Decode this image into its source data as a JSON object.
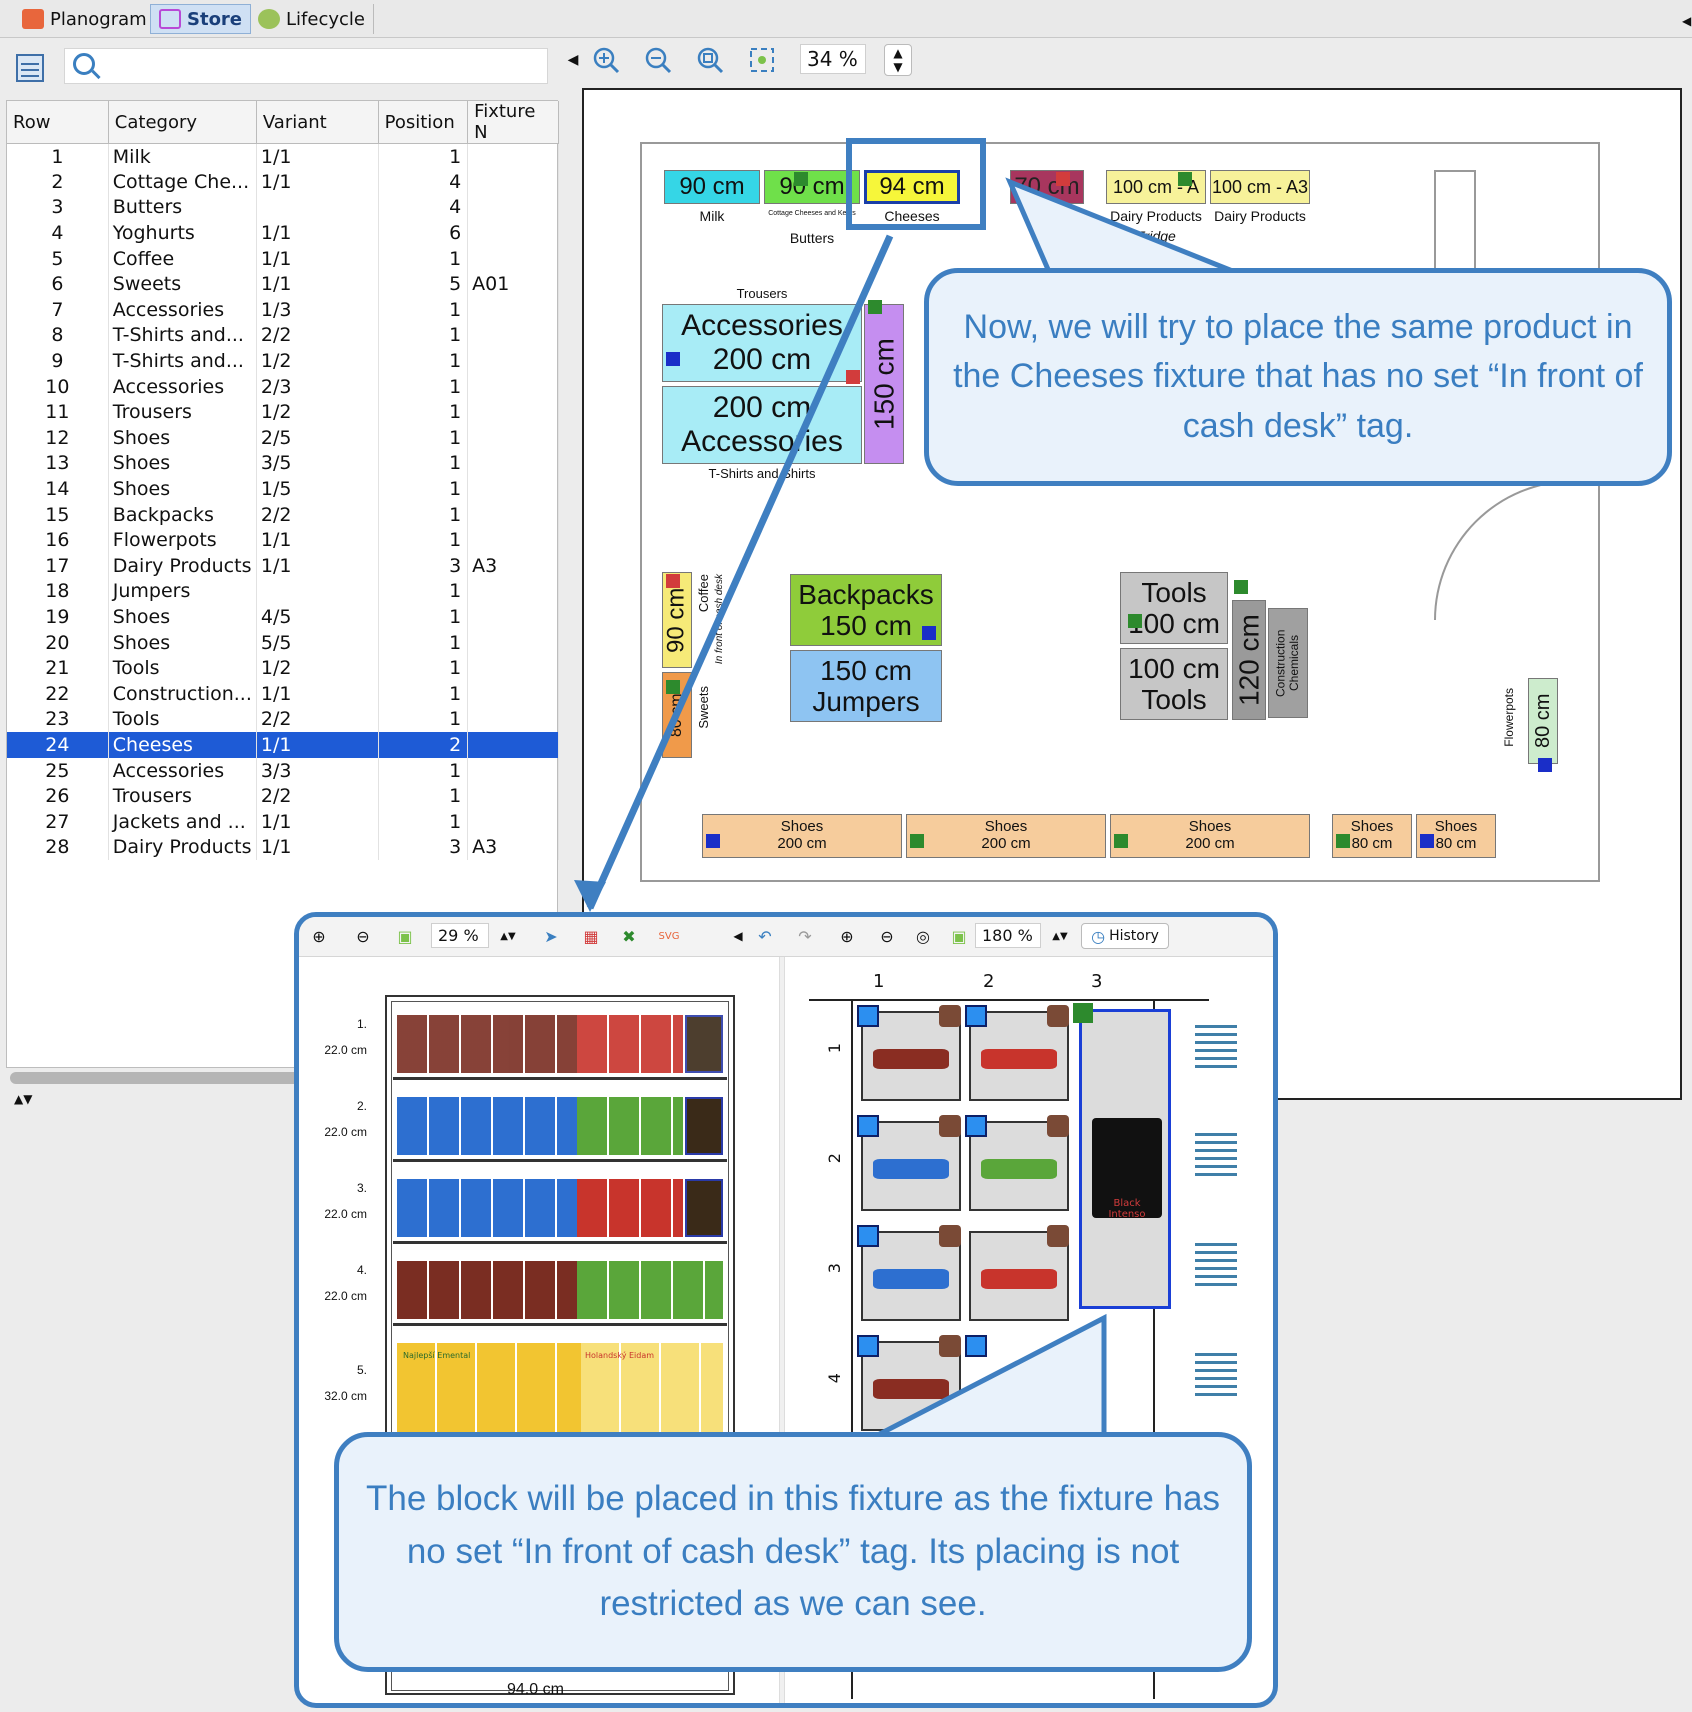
{
  "tabs": [
    {
      "label": "Planogram",
      "active": false,
      "icon": "planogram-icon",
      "color": "#e8663c"
    },
    {
      "label": "Store",
      "active": true,
      "icon": "cart-icon",
      "color": "#b84ad6"
    },
    {
      "label": "Lifecycle",
      "active": false,
      "icon": "lifecycle-icon",
      "color": "#7aa63a"
    }
  ],
  "search": {
    "value": "",
    "placeholder": ""
  },
  "table": {
    "columns": [
      "Row",
      "Category",
      "Variant",
      "Position",
      "Fixture N"
    ],
    "rows": [
      {
        "row": "1",
        "category": "Milk",
        "variant": "1/1",
        "position": "1",
        "fixture": ""
      },
      {
        "row": "2",
        "category": "Cottage Che...",
        "variant": "1/1",
        "position": "4",
        "fixture": ""
      },
      {
        "row": "3",
        "category": "Butters",
        "variant": "",
        "position": "4",
        "fixture": ""
      },
      {
        "row": "4",
        "category": "Yoghurts",
        "variant": "1/1",
        "position": "6",
        "fixture": ""
      },
      {
        "row": "5",
        "category": "Coffee",
        "variant": "1/1",
        "position": "1",
        "fixture": ""
      },
      {
        "row": "6",
        "category": "Sweets",
        "variant": "1/1",
        "position": "5",
        "fixture": "A01"
      },
      {
        "row": "7",
        "category": "Accessories",
        "variant": "1/3",
        "position": "1",
        "fixture": ""
      },
      {
        "row": "8",
        "category": "T-Shirts and...",
        "variant": "2/2",
        "position": "1",
        "fixture": ""
      },
      {
        "row": "9",
        "category": "T-Shirts and...",
        "variant": "1/2",
        "position": "1",
        "fixture": ""
      },
      {
        "row": "10",
        "category": "Accessories",
        "variant": "2/3",
        "position": "1",
        "fixture": ""
      },
      {
        "row": "11",
        "category": "Trousers",
        "variant": "1/2",
        "position": "1",
        "fixture": ""
      },
      {
        "row": "12",
        "category": "Shoes",
        "variant": "2/5",
        "position": "1",
        "fixture": ""
      },
      {
        "row": "13",
        "category": "Shoes",
        "variant": "3/5",
        "position": "1",
        "fixture": ""
      },
      {
        "row": "14",
        "category": "Shoes",
        "variant": "1/5",
        "position": "1",
        "fixture": ""
      },
      {
        "row": "15",
        "category": "Backpacks",
        "variant": "2/2",
        "position": "1",
        "fixture": ""
      },
      {
        "row": "16",
        "category": "Flowerpots",
        "variant": "1/1",
        "position": "1",
        "fixture": ""
      },
      {
        "row": "17",
        "category": "Dairy Products",
        "variant": "1/1",
        "position": "3",
        "fixture": "A3"
      },
      {
        "row": "18",
        "category": "Jumpers",
        "variant": "",
        "position": "1",
        "fixture": ""
      },
      {
        "row": "19",
        "category": "Shoes",
        "variant": "4/5",
        "position": "1",
        "fixture": ""
      },
      {
        "row": "20",
        "category": "Shoes",
        "variant": "5/5",
        "position": "1",
        "fixture": ""
      },
      {
        "row": "21",
        "category": "Tools",
        "variant": "1/2",
        "position": "1",
        "fixture": ""
      },
      {
        "row": "22",
        "category": "Construction...",
        "variant": "1/1",
        "position": "1",
        "fixture": ""
      },
      {
        "row": "23",
        "category": "Tools",
        "variant": "2/2",
        "position": "1",
        "fixture": ""
      },
      {
        "row": "24",
        "category": "Cheeses",
        "variant": "1/1",
        "position": "2",
        "fixture": ""
      },
      {
        "row": "25",
        "category": "Accessories",
        "variant": "3/3",
        "position": "1",
        "fixture": ""
      },
      {
        "row": "26",
        "category": "Trousers",
        "variant": "2/2",
        "position": "1",
        "fixture": ""
      },
      {
        "row": "27",
        "category": "Jackets and ...",
        "variant": "1/1",
        "position": "1",
        "fixture": ""
      },
      {
        "row": "28",
        "category": "Dairy Products",
        "variant": "1/1",
        "position": "3",
        "fixture": "A3"
      }
    ],
    "selected_row": "24"
  },
  "map_toolbar": {
    "zoom": "34 %"
  },
  "map": {
    "fixtures": {
      "milk": {
        "size": "90 cm",
        "label": "Milk"
      },
      "cottage": {
        "size": "90 cm",
        "label": "Cottage Cheeses and Kefirs"
      },
      "cheeses": {
        "size": "94 cm",
        "label": "Cheeses"
      },
      "seventy": {
        "size": "70 cm"
      },
      "dairy1": {
        "size": "100 cm - A",
        "label": "Dairy Products"
      },
      "dairy2": {
        "size": "100 cm - A3",
        "label": "Dairy Products"
      },
      "butters": "Butters",
      "fridge": "Fridge",
      "trousers": "Trousers",
      "accessories1": {
        "name": "Accessories",
        "size": "200 cm"
      },
      "accessories2": {
        "name": "Accessories",
        "size": "200 cm"
      },
      "tshirts": "T-Shirts and Shirts",
      "vertical150": "150 cm",
      "backpacks": {
        "name": "Backpacks",
        "size": "150 cm"
      },
      "jumpers": {
        "name": "Jumpers",
        "size": "150 cm"
      },
      "tools1": {
        "name": "Tools",
        "size": "100 cm"
      },
      "tools2": {
        "name": "Tools",
        "size": "100 cm"
      },
      "construction": {
        "size": "120 cm",
        "label": "Construction Chemicals"
      },
      "coffee": {
        "size": "90 cm",
        "label": "Coffee",
        "tag": "In front of cash desk"
      },
      "sweets": {
        "size": "80 cm",
        "label": "Sweets"
      },
      "flowerpots": {
        "size": "80 cm",
        "label": "Flowerpots"
      },
      "shoes": [
        {
          "name": "Shoes",
          "size": "200 cm"
        },
        {
          "name": "Shoes",
          "size": "200 cm"
        },
        {
          "name": "Shoes",
          "size": "200 cm"
        },
        {
          "name": "Shoes",
          "size": "80 cm"
        },
        {
          "name": "Shoes",
          "size": "80 cm"
        }
      ]
    }
  },
  "callouts": {
    "top": "Now, we will try to place the same product in the Cheeses fixture that has no set “In front of cash desk” tag.",
    "bottom": "The block will be placed in this fixture as the fixture has no set “In front of cash desk” tag. Its placing is not restricted as we can see."
  },
  "inset": {
    "left_zoom": "29 %",
    "right_zoom": "180 %",
    "history_label": "History",
    "shelves": [
      {
        "index": "1.",
        "height": "22.0 cm"
      },
      {
        "index": "2.",
        "height": "22.0 cm"
      },
      {
        "index": "3.",
        "height": "22.0 cm"
      },
      {
        "index": "4.",
        "height": "22.0 cm"
      },
      {
        "index": "5.",
        "height": "32.0 cm"
      }
    ],
    "width_label": "94.0 cm",
    "partial_label": "3",
    "col_labels": [
      "1",
      "2",
      "3"
    ],
    "row_labels": [
      "1",
      "2",
      "3",
      "4"
    ],
    "coffee_product": "Black Intenso",
    "product_labels": {
      "yellow": "Najlepší Emental",
      "cheese": "Holandský Eidam"
    }
  },
  "colors": {
    "accent_blue": "#3f7fc1",
    "selection": "#1e5bd6",
    "callout_bg": "#e9f2fb"
  }
}
